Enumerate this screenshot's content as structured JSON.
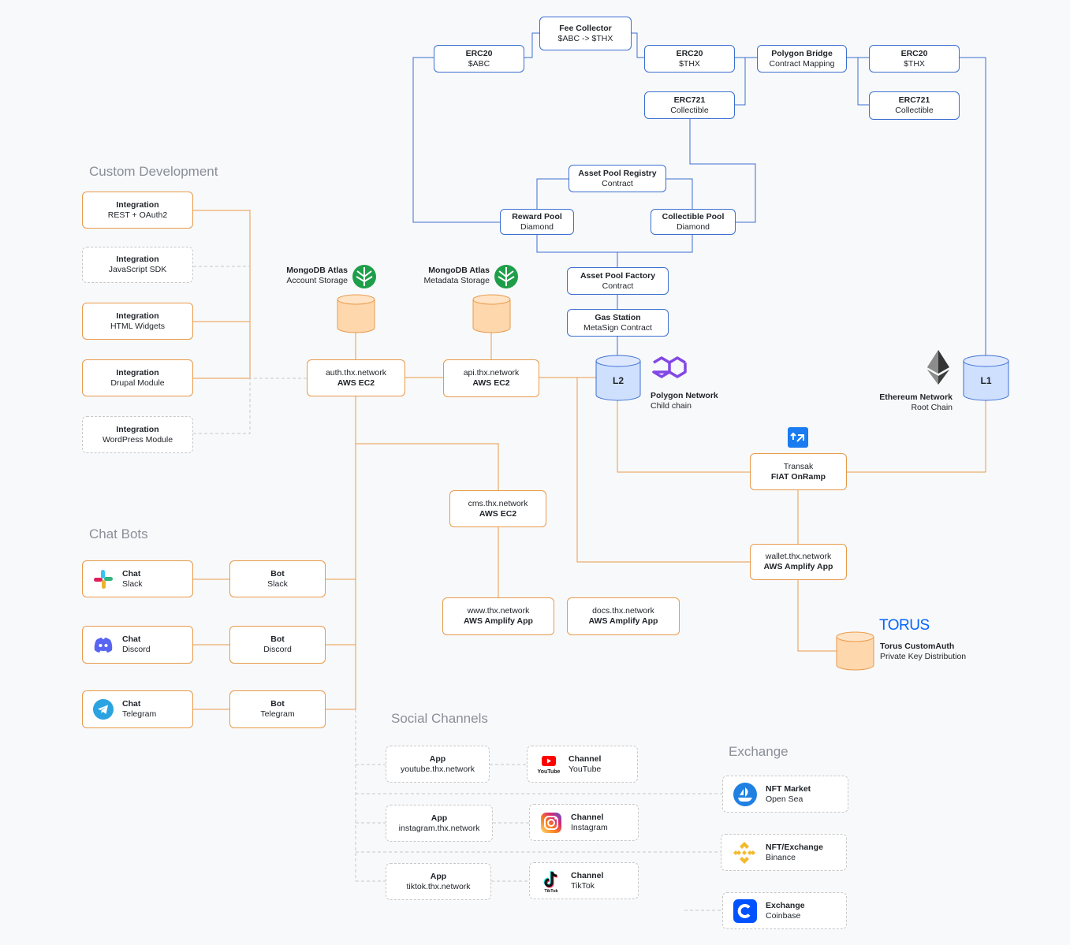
{
  "sections": {
    "custom": "Custom Development",
    "chat": "Chat Bots",
    "social": "Social Channels",
    "exchange": "Exchange"
  },
  "integrations": [
    {
      "title": "Integration",
      "sub": "REST + OAuth2"
    },
    {
      "title": "Integration",
      "sub": "JavaScript SDK"
    },
    {
      "title": "Integration",
      "sub": "HTML Widgets"
    },
    {
      "title": "Integration",
      "sub": "Drupal Module"
    },
    {
      "title": "Integration",
      "sub": "WordPress Module"
    }
  ],
  "chats": [
    {
      "title": "Chat",
      "sub": "Slack"
    },
    {
      "title": "Chat",
      "sub": "Discord"
    },
    {
      "title": "Chat",
      "sub": "Telegram"
    }
  ],
  "bots": [
    {
      "title": "Bot",
      "sub": "Slack"
    },
    {
      "title": "Bot",
      "sub": "Discord"
    },
    {
      "title": "Bot",
      "sub": "Telegram"
    }
  ],
  "mongo": [
    {
      "title": "MongoDB Atlas",
      "sub": "Account Storage"
    },
    {
      "title": "MongoDB Atlas",
      "sub": "Metadata Storage"
    }
  ],
  "servers": {
    "auth": {
      "host": "auth.thx.network",
      "type": "AWS EC2"
    },
    "api": {
      "host": "api.thx.network",
      "type": "AWS EC2"
    },
    "cms": {
      "host": "cms.thx.network",
      "type": "AWS EC2"
    },
    "www": {
      "host": "www.thx.network",
      "type": "AWS Amplify App"
    },
    "docs": {
      "host": "docs.thx.network",
      "type": "AWS Amplify App"
    },
    "wallet": {
      "host": "wallet.thx.network",
      "type": "AWS Amplify App"
    },
    "transak": {
      "host": "Transak",
      "type": "FIAT OnRamp"
    }
  },
  "contracts": {
    "fee": {
      "title": "Fee Collector",
      "sub": "$ABC -> $THX"
    },
    "erc20abc": {
      "title": "ERC20",
      "sub": "$ABC"
    },
    "erc20thx": {
      "title": "ERC20",
      "sub": "$THX"
    },
    "bridge": {
      "title": "Polygon Bridge",
      "sub": "Contract Mapping"
    },
    "erc20thxl1": {
      "title": "ERC20",
      "sub": "$THX"
    },
    "erc721": {
      "title": "ERC721",
      "sub": "Collectible"
    },
    "erc721l1": {
      "title": "ERC721",
      "sub": "Collectible"
    },
    "registry": {
      "title": "Asset Pool Registry",
      "sub": "Contract"
    },
    "reward": {
      "title": "Reward Pool",
      "sub": "Diamond"
    },
    "collectible": {
      "title": "Collectible Pool",
      "sub": "Diamond"
    },
    "factory": {
      "title": "Asset Pool Factory",
      "sub": "Contract"
    },
    "gas": {
      "title": "Gas Station",
      "sub": "MetaSign Contract"
    }
  },
  "chains": {
    "l2": "L2",
    "l1": "L1",
    "polygon_title": "Polygon Network",
    "polygon_sub": "Child chain",
    "eth_title": "Ethereum Network",
    "eth_sub": "Root Chain"
  },
  "torus": {
    "logo": "TORUS",
    "title": "Torus CustomAuth",
    "sub": "Private Key Distribution"
  },
  "social_apps": [
    {
      "title": "App",
      "sub": "youtube.thx.network"
    },
    {
      "title": "App",
      "sub": "instagram.thx.network"
    },
    {
      "title": "App",
      "sub": "tiktok.thx.network"
    }
  ],
  "social_channels": [
    {
      "title": "Channel",
      "sub": "YouTube",
      "icon": "youtube-icon"
    },
    {
      "title": "Channel",
      "sub": "Instagram",
      "icon": "instagram-icon"
    },
    {
      "title": "Channel",
      "sub": "TikTok",
      "icon": "tiktok-icon"
    }
  ],
  "exchanges": [
    {
      "title": "NFT Market",
      "sub": "Open Sea",
      "icon": "opensea-icon"
    },
    {
      "title": "NFT/Exchange",
      "sub": "Binance",
      "icon": "binance-icon"
    },
    {
      "title": "Exchange",
      "sub": "Coinbase",
      "icon": "coinbase-icon"
    }
  ],
  "colors": {
    "orange": "#e89a4a",
    "blue": "#3c6fd1",
    "dashed": "#c8c8c8",
    "polygon": "#8247e5",
    "mongo": "#1f9e4a"
  }
}
